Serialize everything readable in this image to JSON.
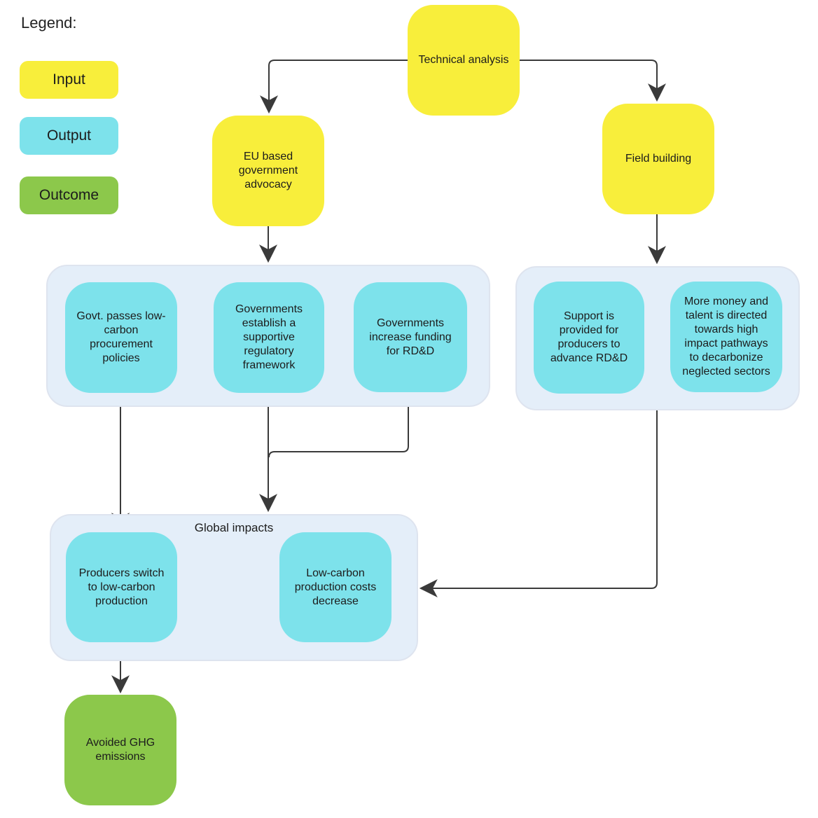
{
  "legend": {
    "title": "Legend:",
    "items": [
      {
        "label": "Input",
        "type": "input"
      },
      {
        "label": "Output",
        "type": "output"
      },
      {
        "label": "Outcome",
        "type": "outcome"
      }
    ]
  },
  "colors": {
    "input": "#F8EE3B",
    "output": "#7DE2EB",
    "outcome": "#8CC84B",
    "group_fill": "#E4EEF9",
    "connector": "#3A3A3A"
  },
  "nodes": {
    "technical_analysis": {
      "label": "Technical analysis",
      "type": "input"
    },
    "eu_advocacy": {
      "label": "EU based government advocacy",
      "type": "input"
    },
    "field_building": {
      "label": "Field building",
      "type": "input"
    },
    "govt_procurement": {
      "label": "Govt. passes low-carbon procurement policies",
      "type": "output"
    },
    "regulatory_framework": {
      "label": "Governments establish a supportive regulatory framework",
      "type": "output"
    },
    "rdd_funding": {
      "label": "Governments increase funding for RD&D",
      "type": "output"
    },
    "producer_support": {
      "label": "Support is provided for producers to advance RD&D",
      "type": "output"
    },
    "money_talent": {
      "label": "More money and talent is directed towards high impact pathways to decarbonize neglected sectors",
      "type": "output"
    },
    "producers_switch": {
      "label": "Producers switch to low-carbon production",
      "type": "output"
    },
    "production_costs": {
      "label": "Low-carbon production costs decrease",
      "type": "output"
    },
    "avoided_ghg": {
      "label": "Avoided GHG emissions",
      "type": "outcome"
    }
  },
  "groups": {
    "global_impacts": {
      "label": "Global impacts"
    }
  }
}
